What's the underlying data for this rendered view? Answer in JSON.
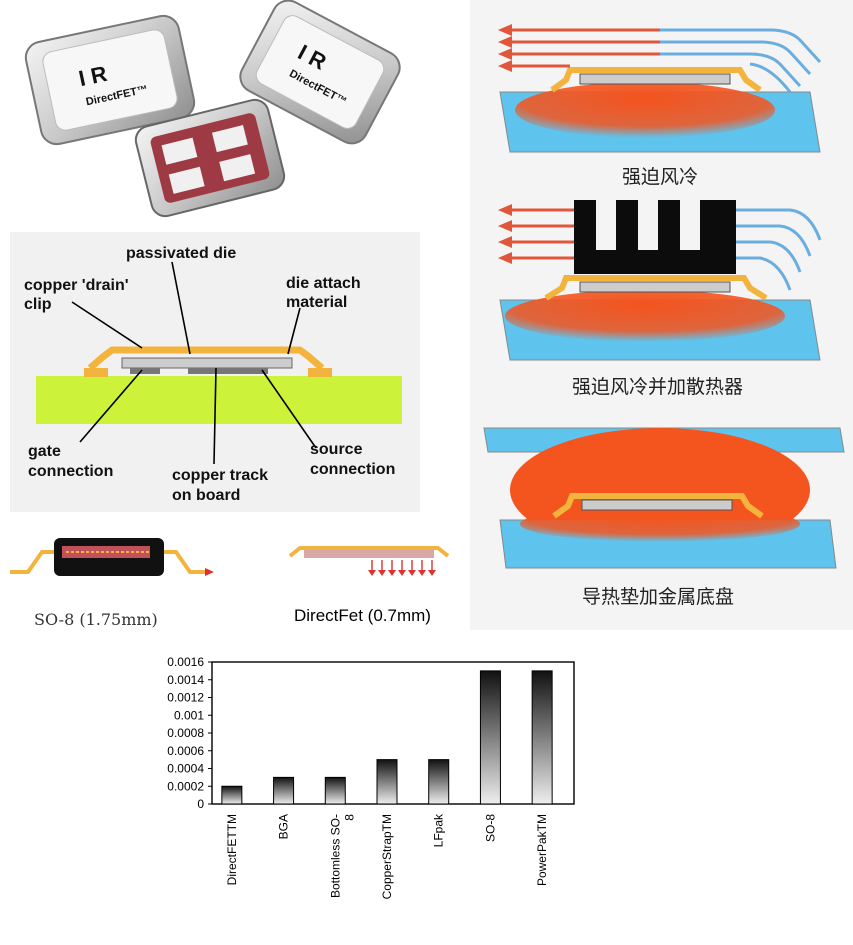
{
  "package_photo": {
    "logo_brand": "I R",
    "logo_product": "DirectFET™"
  },
  "cross_section": {
    "labels": {
      "passivated_die": "passivated die",
      "drain_clip_1": "copper 'drain'",
      "drain_clip_2": "clip",
      "die_attach_1": "die attach",
      "die_attach_2": "material",
      "gate_1": "gate",
      "gate_2": "connection",
      "track_1": "copper track",
      "track_2": "on board",
      "source_1": "source",
      "source_2": "connection"
    }
  },
  "package_compare": {
    "so8_caption": "SO-8 (1.75mm)",
    "directfet_caption": "DirectFet (0.7mm)"
  },
  "cooling": {
    "forced_air": "强迫风冷",
    "forced_air_heatsink": "强迫风冷并加散热器",
    "thermal_pad_baseplate": "导热垫加金属底盘"
  },
  "colors": {
    "board_green": "#ccf23a",
    "clip_gold": "#f2b43c",
    "heat_orange": "#f4541e",
    "board_blue": "#5ec4ee",
    "air_blue": "#6aaee0",
    "air_red": "#e0563a"
  },
  "chart_data": {
    "type": "bar",
    "categories": [
      "DirectFETTM",
      "BGA",
      "Bottomless SO-8",
      "CopperStrapTM",
      "LFpak",
      "SO-8",
      "PowerPakTM"
    ],
    "tick_labels": [
      "DirectFETTM",
      "BGA",
      "Bottomless SO-\n8",
      "CopperStrapTM",
      "LFpak",
      "SO-8",
      "PowerPakTM"
    ],
    "values": [
      0.0002,
      0.0003,
      0.0003,
      0.0005,
      0.0005,
      0.0015,
      0.0015
    ],
    "ylim": [
      0,
      0.0016
    ],
    "yticks": [
      "0",
      "0.0002",
      "0.0004",
      "0.0006",
      "0.0008",
      "0.001",
      "0.0012",
      "0.0014",
      "0.0016"
    ],
    "grid": false,
    "title": "",
    "xlabel": "",
    "ylabel": ""
  }
}
